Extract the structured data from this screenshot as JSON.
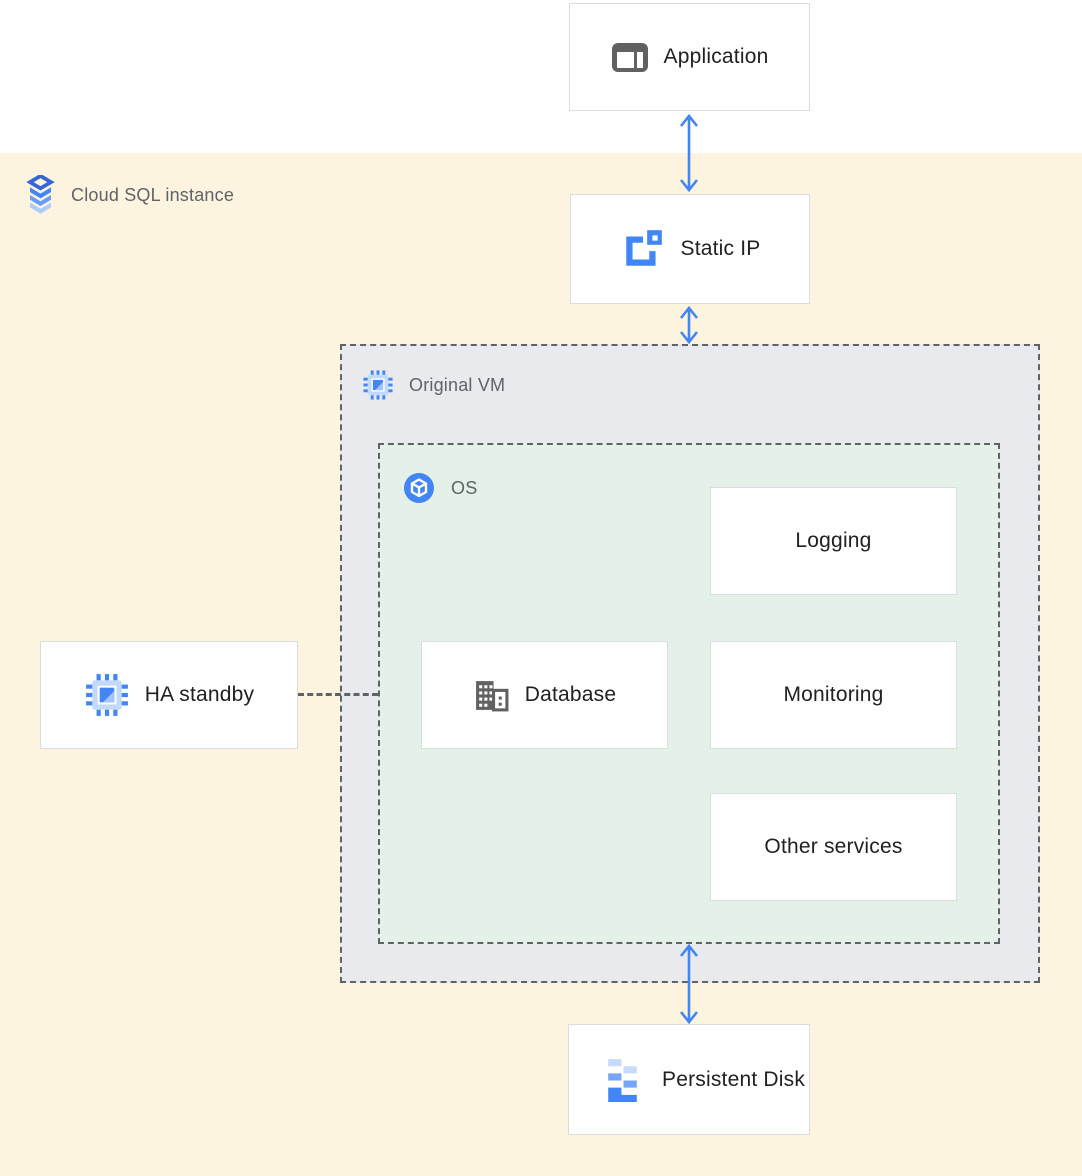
{
  "colors": {
    "cloud_sql_region_bg": "#FCF4DE",
    "vm_container_bg": "#E8EAED",
    "os_container_bg": "#E4F1E9",
    "box_border": "#DADCE0",
    "dotted_border": "#5F6368",
    "arrow_blue": "#4285F4",
    "region_label_text": "#5F6368",
    "box_label_text": "#202124"
  },
  "region": {
    "label": "Cloud SQL instance",
    "icon": "cloud-sql-icon"
  },
  "nodes": {
    "application": {
      "label": "Application",
      "icon": "application-icon"
    },
    "static_ip": {
      "label": "Static IP",
      "icon": "static-ip-icon"
    },
    "original_vm": {
      "label": "Original VM",
      "icon": "compute-engine-icon"
    },
    "os": {
      "label": "OS",
      "icon": "os-icon"
    },
    "logging": {
      "label": "Logging"
    },
    "database": {
      "label": "Database",
      "icon": "database-icon"
    },
    "monitoring": {
      "label": "Monitoring"
    },
    "other_services": {
      "label": "Other services"
    },
    "ha_standby": {
      "label": "HA standby",
      "icon": "compute-engine-icon"
    },
    "persistent_disk": {
      "label": "Persistent Disk",
      "icon": "persistent-disk-icon"
    }
  },
  "connections": [
    {
      "from": "application",
      "to": "static_ip",
      "style": "double-arrow"
    },
    {
      "from": "static_ip",
      "to": "original_vm",
      "style": "double-arrow"
    },
    {
      "from": "os",
      "to": "persistent_disk",
      "style": "double-arrow"
    },
    {
      "from": "ha_standby",
      "to": "original_vm",
      "style": "dashed-line"
    }
  ]
}
